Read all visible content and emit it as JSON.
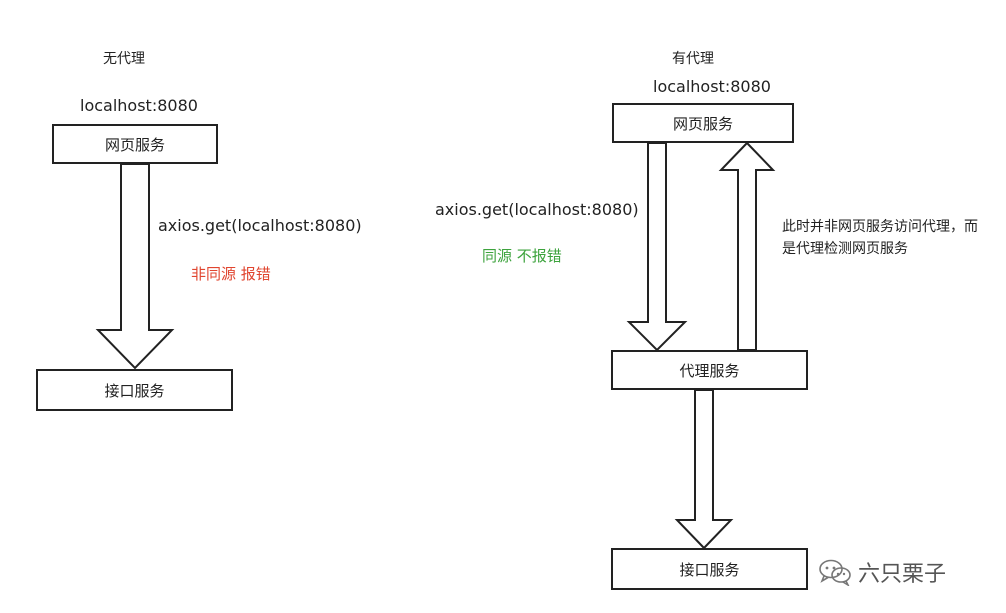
{
  "left": {
    "title": "无代理",
    "host": "localhost:8080",
    "web_box": "网页服务",
    "api_box": "接口服务",
    "request": "axios.get(localhost:8080)",
    "result": "非同源 报错"
  },
  "right": {
    "title": "有代理",
    "host": "localhost:8080",
    "web_box": "网页服务",
    "proxy_box": "代理服务",
    "api_box": "接口服务",
    "request": "axios.get(localhost:8080)",
    "result": "同源 不报错",
    "note": "此时并非网页服务访问代理，而是代理检测网页服务"
  },
  "colors": {
    "error": "#e0452f",
    "ok": "#3da33d",
    "stroke": "#222222"
  },
  "watermark": {
    "icon": "wechat-icon",
    "text": "六只栗子"
  }
}
